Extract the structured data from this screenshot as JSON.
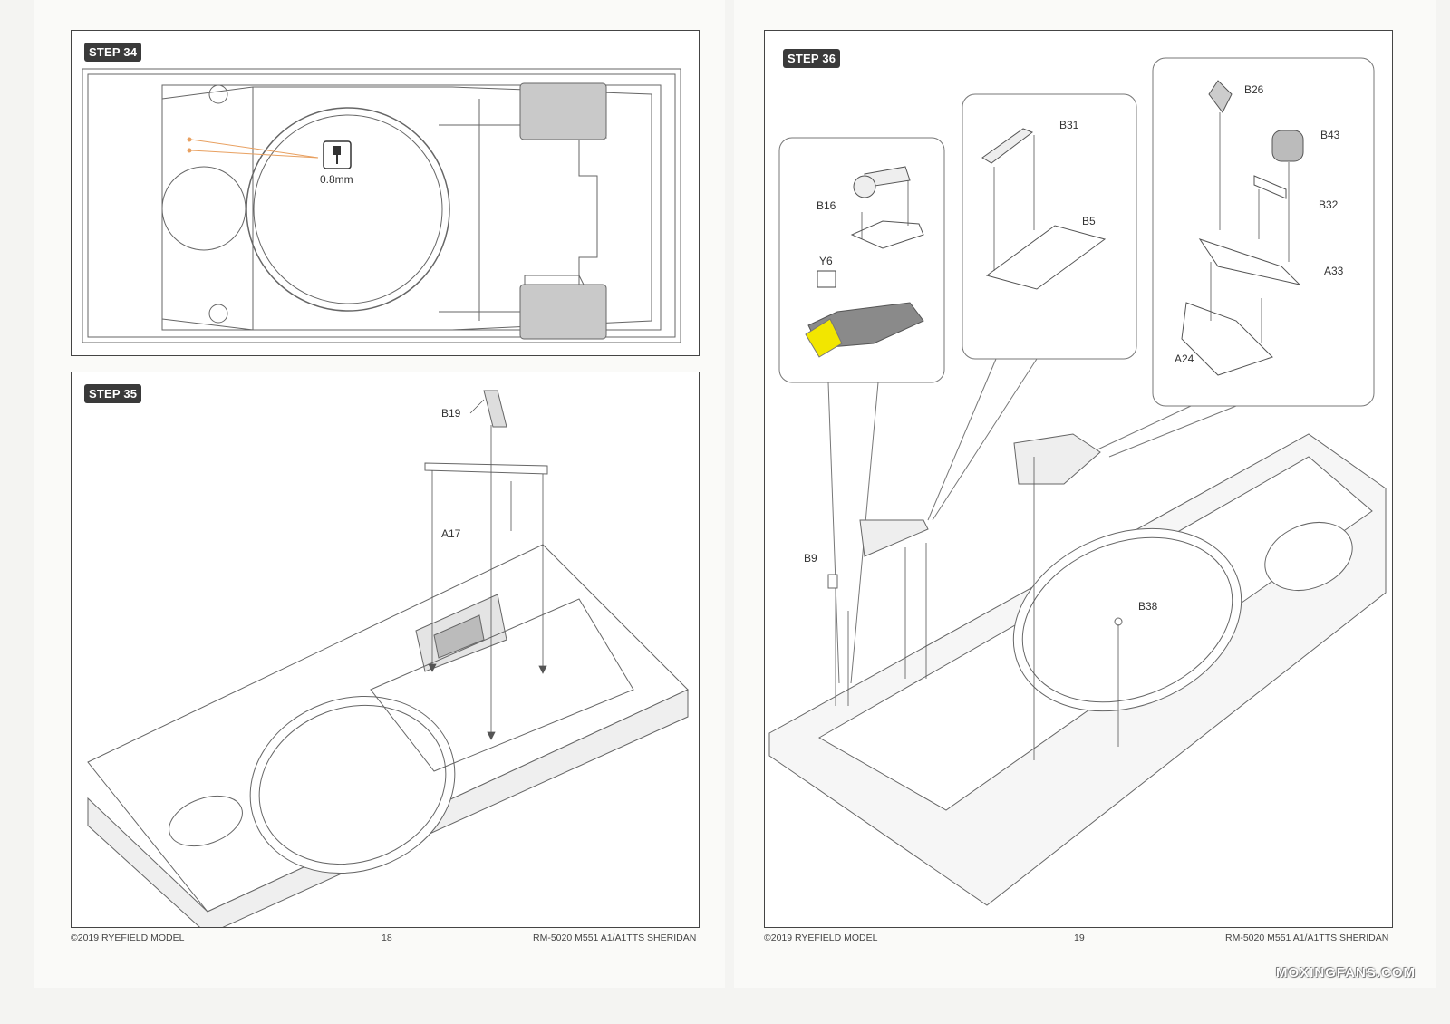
{
  "steps": {
    "s34": {
      "badge": "STEP 34",
      "drill_size": "0.8mm"
    },
    "s35": {
      "badge": "STEP 35",
      "parts": [
        "B19",
        "A17"
      ]
    },
    "s36": {
      "badge": "STEP 36",
      "parts": [
        "B16",
        "Y6",
        "B31",
        "B5",
        "B26",
        "B43",
        "B32",
        "A33",
        "A24",
        "B9",
        "B38"
      ]
    }
  },
  "footer": {
    "left": {
      "copyright": "©2019 RYEFIELD MODEL",
      "page": "18",
      "title": "RM-5020 M551 A1/A1TTS SHERIDAN"
    },
    "right": {
      "copyright": "©2019 RYEFIELD MODEL",
      "page": "19",
      "title": "RM-5020 M551 A1/A1TTS SHERIDAN"
    }
  },
  "watermark": "MOXINGFANS.COM",
  "colors": {
    "highlight_yellow": "#f2e600",
    "part_gray": "#8a8a8a",
    "line": "#555555"
  }
}
